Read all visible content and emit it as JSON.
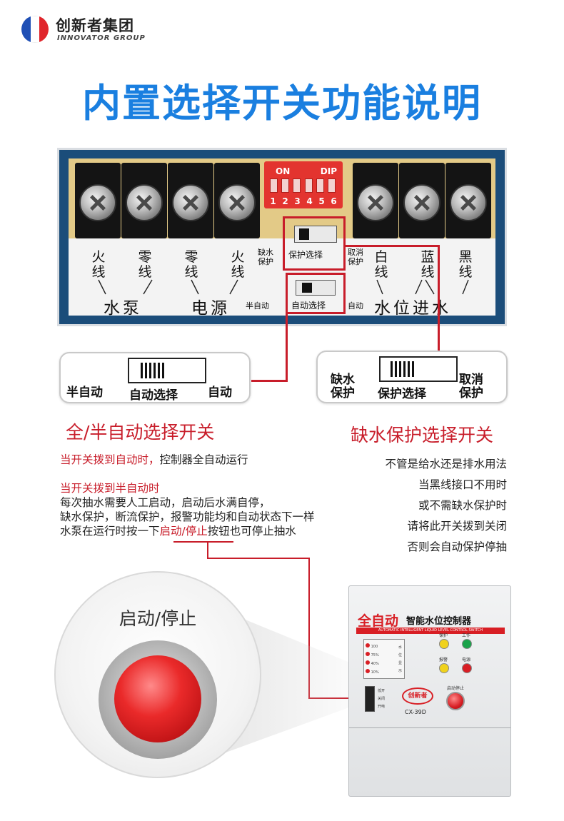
{
  "brand": {
    "name_cn": "创新者集团",
    "name_en": "INNOVATOR GROUP"
  },
  "title": "内置选择开关功能说明",
  "panel": {
    "dip": {
      "on": "ON",
      "dip": "DIP",
      "numbers": [
        "1",
        "2",
        "3",
        "4",
        "5",
        "6"
      ]
    },
    "terminal_labels": [
      {
        "top": "火",
        "bottom": "线"
      },
      {
        "top": "零",
        "bottom": "线"
      },
      {
        "top": "零",
        "bottom": "线"
      },
      {
        "top": "火",
        "bottom": "线"
      },
      {
        "top": "白",
        "bottom": "线"
      },
      {
        "top": "蓝",
        "bottom": "线"
      },
      {
        "top": "黑",
        "bottom": "线"
      }
    ],
    "group_pump": "水泵",
    "group_power": "电源",
    "group_water": "水位进水",
    "lack_water_protect": [
      "缺水",
      "保护"
    ],
    "protect_select": "保护选择",
    "cancel_protect": [
      "取消",
      "保护"
    ],
    "semi_auto": "半自动",
    "auto_select": "自动选择",
    "auto": "自动"
  },
  "callout_left": {
    "left": "半自动",
    "middle": "自动选择",
    "right": "自动"
  },
  "callout_right": {
    "left": [
      "缺水",
      "保护"
    ],
    "middle": "保护选择",
    "right": [
      "取消",
      "保护"
    ]
  },
  "left_section": {
    "heading": "全/半自动选择开关",
    "p1_red": "当开关拨到自动时，",
    "p1_rest": "控制器全自动运行",
    "p2_red": "当开关拨到半自动时",
    "p2_lines": [
      "每次抽水需要人工启动，启动后水满自停，",
      "缺水保护，断流保护，报警功能均和自动状态下一样"
    ],
    "p2_last_pre": "水泵在运行时按一下",
    "p2_last_red": "启动/停止",
    "p2_last_post": "按钮也可停止抽水"
  },
  "right_section": {
    "heading": "缺水保护选择开关",
    "lines": [
      "不管是给水还是排水用法",
      "当黑线接口不用时",
      "或不需缺水保护时",
      "请将此开关拨到关闭",
      "否则会自动保护停抽"
    ]
  },
  "zoom_label": "启动/停止",
  "product": {
    "title_big": "全自动",
    "title_small": "智能水位控制器",
    "subtitle": "AUTOMATIC INTELLIGENT LIQUID LEVEL CONTROL SWITCH",
    "lamps": [
      {
        "label": "保护",
        "color": "#f0d21c"
      },
      {
        "label": "工作",
        "color": "#1aa34a"
      },
      {
        "label": "报警",
        "color": "#f0d21c"
      },
      {
        "label": "电源",
        "color": "#d81e24"
      }
    ],
    "levels": [
      "100",
      "75%",
      "40%",
      "10%"
    ],
    "level_caption": [
      "水",
      "位",
      "显",
      "示"
    ],
    "switch_labels": [
      "低开",
      "关闭",
      "开电"
    ],
    "logo": "创新者",
    "model": "CX-39D",
    "button_label": "启动停止"
  }
}
